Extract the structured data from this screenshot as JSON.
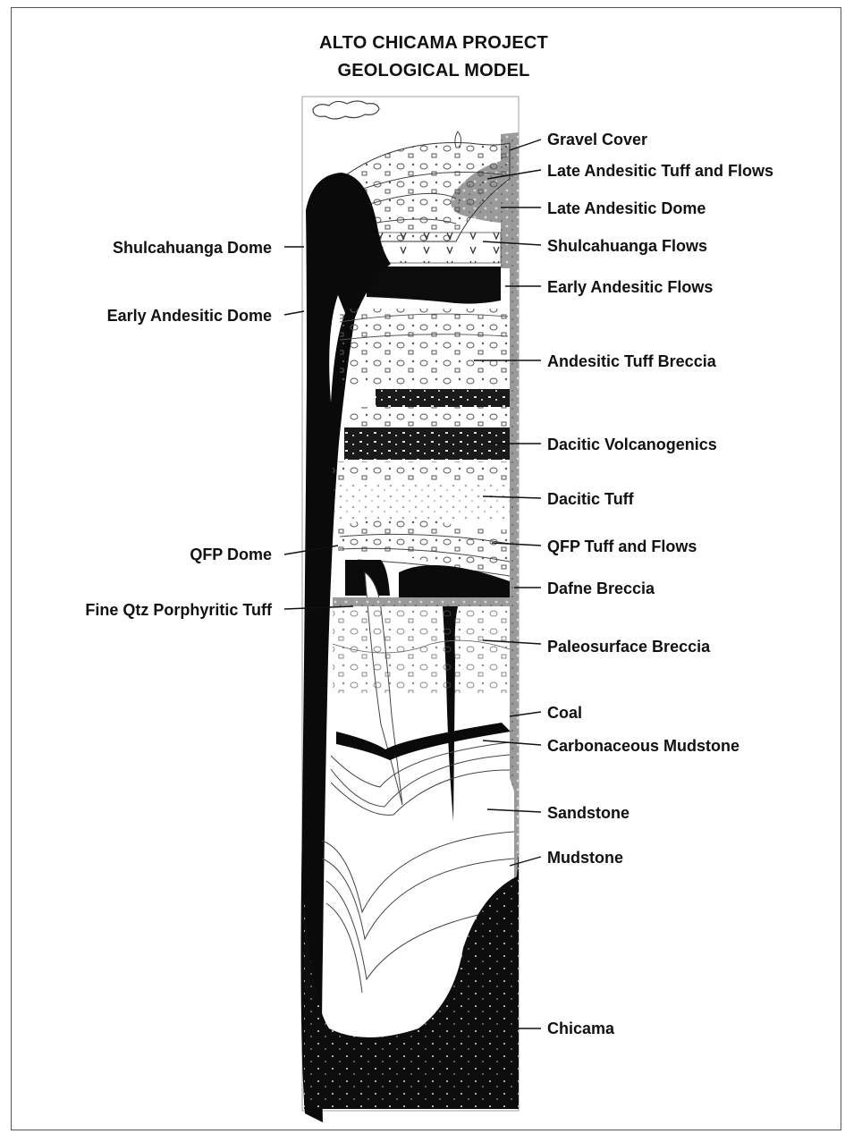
{
  "title": {
    "line1": "ALTO CHICAMA PROJECT",
    "line2": "GEOLOGICAL MODEL"
  },
  "labels_right": [
    "Gravel Cover",
    "Late Andesitic Tuff and Flows",
    "Late Andesitic Dome",
    "Shulcahuanga Flows",
    "Early Andesitic Flows",
    "Andesitic Tuff Breccia",
    "Dacitic Volcanogenics",
    "Dacitic Tuff",
    "QFP Tuff and Flows",
    "Dafne Breccia",
    "Paleosurface Breccia",
    "Coal",
    "Carbonaceous Mudstone",
    "Sandstone",
    "Mudstone",
    "Chicama"
  ],
  "labels_left": [
    "Shulcahuanga Dome",
    "Early Andesitic Dome",
    "QFP Dome",
    "Fine Qtz Porphyritic Tuff"
  ]
}
